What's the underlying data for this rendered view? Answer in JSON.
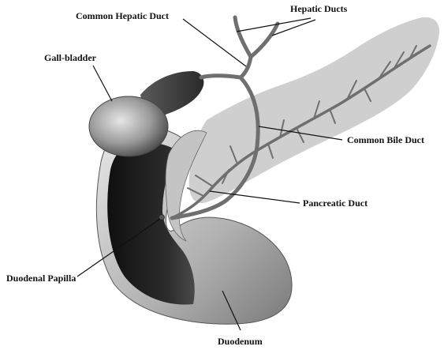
{
  "labels": {
    "common_hepatic_duct": "Common Hepatic Duct",
    "hepatic_ducts": "Hepatic Ducts",
    "gall_bladder": "Gall-bladder",
    "common_bile_duct": "Common Bile Duct",
    "pancreatic_duct": "Pancreatic Duct",
    "duodenal_papilla": "Duodenal Papilla",
    "duodenum": "Duodenum"
  },
  "colors": {
    "pancreas": "#cfcfcf",
    "duct": "#6f6f6f",
    "duodenum_dark": "#1f1f1f",
    "duodenum_light": "#b8b8b8",
    "label_text": "#111111"
  }
}
